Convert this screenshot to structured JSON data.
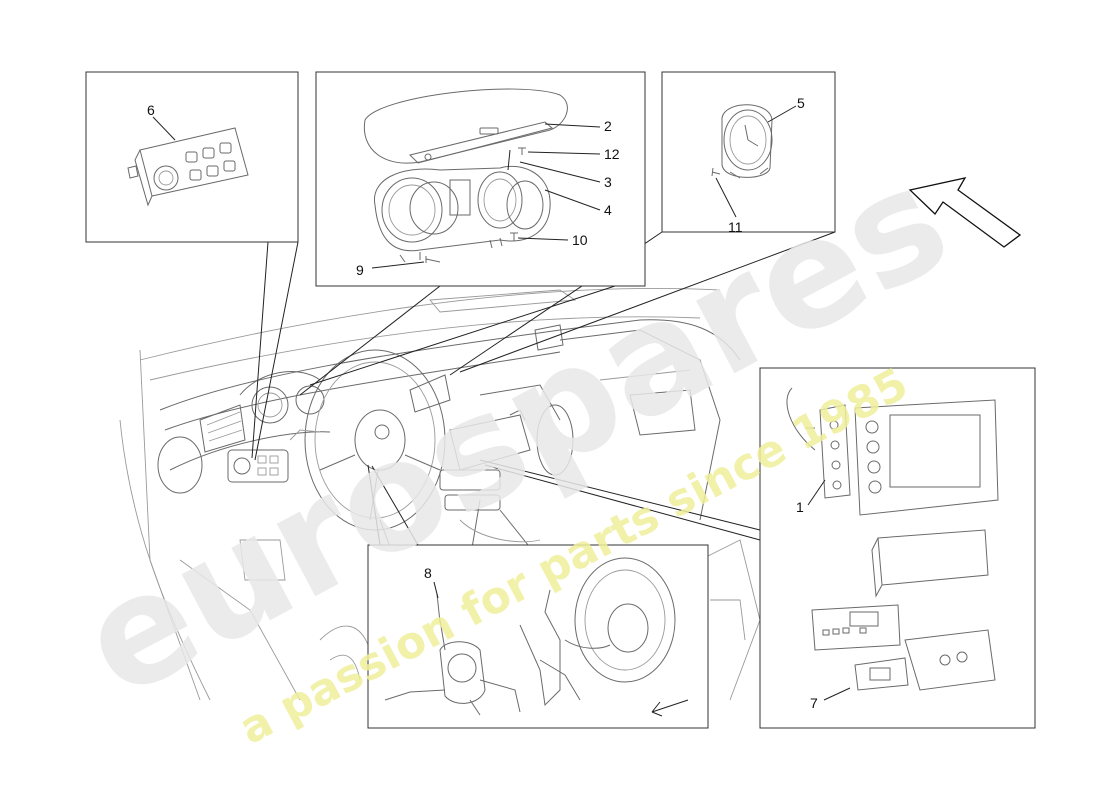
{
  "callouts": {
    "c1": "1",
    "c2": "2",
    "c3": "3",
    "c4": "4",
    "c5": "5",
    "c6": "6",
    "c7": "7",
    "c8": "8",
    "c9": "9",
    "c10": "10",
    "c11": "11",
    "c12": "12"
  },
  "watermark": {
    "brand": "eurospares",
    "tagline": "a passion for parts since 1985"
  },
  "colors": {
    "line": "#6a6a6a",
    "box_border": "#333333",
    "watermark_yellow": "#eeee99",
    "watermark_gray": "#e6e6e6"
  }
}
